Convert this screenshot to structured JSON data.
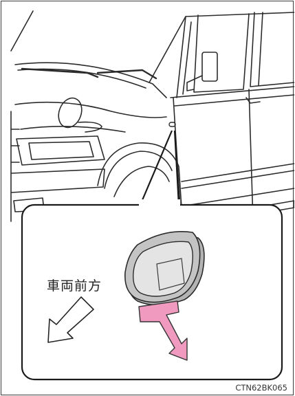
{
  "labels": {
    "vehicle_front": "車両前方",
    "figure_code": "CTN62BK065"
  },
  "colors": {
    "callout_border": "#1a1a1a",
    "lamp_outer": "#b3b3b3",
    "lamp_lens": "#e4e4e4",
    "push_arrow": "#f09ac0",
    "line_art": "#2b2b2b"
  },
  "icons": {
    "direction_arrow": "hollow-arrow-down-left",
    "action_arrow": "pink-bent-arrow"
  }
}
